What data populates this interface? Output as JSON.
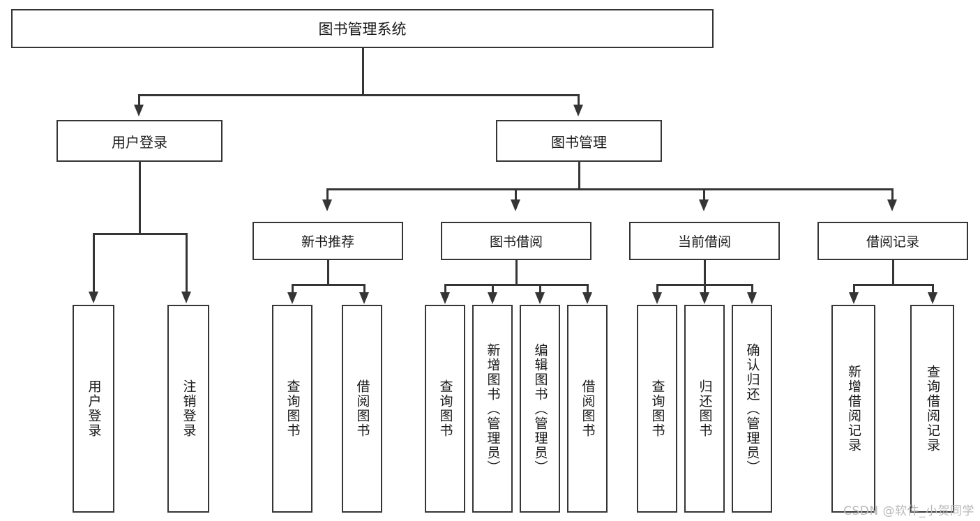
{
  "diagram": {
    "type": "tree-hierarchy",
    "title": "图书管理系统",
    "watermark": "CSDN @软件_小贺同学",
    "root": {
      "label": "图书管理系统"
    },
    "level2": [
      {
        "label": "用户登录"
      },
      {
        "label": "图书管理"
      }
    ],
    "level3": [
      {
        "label": "新书推荐"
      },
      {
        "label": "图书借阅"
      },
      {
        "label": "当前借阅"
      },
      {
        "label": "借阅记录"
      }
    ],
    "leaves": {
      "user_login": [
        {
          "label": "用户登录"
        },
        {
          "label": "注销登录"
        }
      ],
      "new_book_recommend": [
        {
          "label": "查询图书"
        },
        {
          "label": "借阅图书"
        }
      ],
      "book_borrow": [
        {
          "label": "查询图书"
        },
        {
          "label": "新增图书（管理员）"
        },
        {
          "label": "编辑图书（管理员）"
        },
        {
          "label": "借阅图书"
        }
      ],
      "current_borrow": [
        {
          "label": "查询图书"
        },
        {
          "label": "归还图书"
        },
        {
          "label": "确认归还（管理员）"
        }
      ],
      "borrow_record": [
        {
          "label": "新增借阅记录"
        },
        {
          "label": "查询借阅记录"
        }
      ]
    },
    "colors": {
      "stroke": "#353535",
      "fill": "#ffffff",
      "text": "#1a1a1a",
      "watermark": "#b9b9b9"
    }
  }
}
